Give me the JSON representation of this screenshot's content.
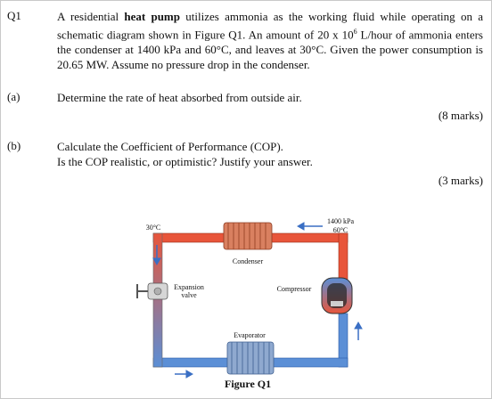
{
  "q1": {
    "number": "Q1",
    "text_1": "A residential ",
    "text_bold": "heat pump",
    "text_2": " utilizes ammonia as the working fluid while operating on a schematic diagram shown in Figure Q1. An amount of  20 x 10",
    "sup": "6",
    "text_3": " L/hour of ammonia enters the condenser at 1400 kPa and 60°C, and leaves at 30°C. Given the power consumption is 20.65 MW. Assume no pressure drop in the condenser."
  },
  "part_a": {
    "label": "(a)",
    "text": "Determine the rate of heat absorbed from outside air.",
    "marks": "(8 marks)"
  },
  "part_b": {
    "label": "(b)",
    "line1": "Calculate the Coefficient of Performance (COP).",
    "line2": "Is the COP realistic, or optimistic? Justify your answer.",
    "marks": "(3 marks)"
  },
  "figure": {
    "inlet_pressure": "1400 kPa",
    "inlet_temp": "60°C",
    "outlet_temp": "30°C",
    "condenser": "Condenser",
    "expansion_line1": "Expansion",
    "expansion_line2": "valve",
    "compressor": "Compressor",
    "evaporator": "Evaporator",
    "caption": "Figure Q1",
    "colors": {
      "hot": "#e8553a",
      "cold": "#5b8fd6",
      "coil": "#d98060",
      "arrow": "#3a6fc4"
    }
  }
}
